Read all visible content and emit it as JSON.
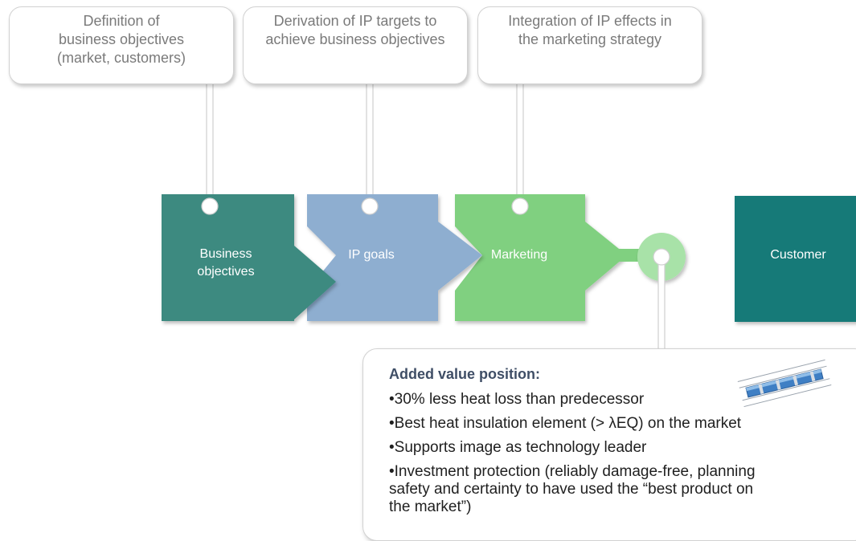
{
  "top_boxes": [
    {
      "lines": [
        "Definition of",
        "business objectives",
        "(market, customers)"
      ]
    },
    {
      "lines": [
        "Derivation of IP targets to",
        "achieve business objectives"
      ]
    },
    {
      "lines": [
        "Integration of IP effects in",
        "the marketing strategy"
      ]
    }
  ],
  "blocks": [
    {
      "lines": [
        "Business",
        "objectives"
      ],
      "color": "#3d8a80"
    },
    {
      "lines": [
        "IP goals"
      ],
      "color": "#8eaed0"
    },
    {
      "lines": [
        "Marketing"
      ],
      "color": "#80d080"
    },
    {
      "lines": [
        "Customer"
      ],
      "color": "#167a78"
    }
  ],
  "hub_color": "#a8e2a8",
  "info": {
    "title": "Added value position:",
    "bullets": [
      {
        "lines": [
          "•30% less heat loss than predecessor"
        ]
      },
      {
        "lines": [
          "•Best heat insulation element (> λEQ) on the market"
        ]
      },
      {
        "lines": [
          "•Supports image as technology leader"
        ]
      },
      {
        "lines": [
          "•Investment protection (reliably damage-free, planning",
          "safety and certainty to have used the “best product on",
          "the market”)"
        ]
      }
    ]
  }
}
